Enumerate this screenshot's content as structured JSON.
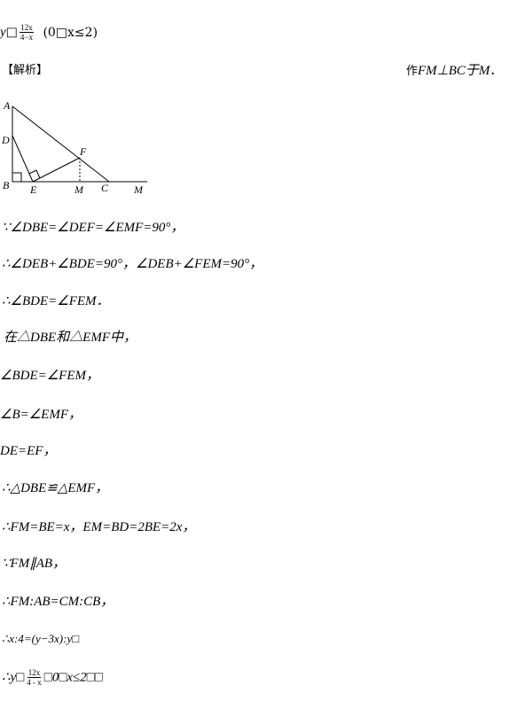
{
  "answer_top": {
    "lhs": "y",
    "eq": "□",
    "frac_num": "12x",
    "frac_den": "4−x",
    "domain": "(0□x≤2)"
  },
  "analysis_header": "【解析】",
  "construct_note": {
    "prefix": "作",
    "expr": "FM⊥BC于M",
    "suffix": "．"
  },
  "figure_labels": {
    "A": "A",
    "D": "D",
    "B": "B",
    "E": "E",
    "F": "F",
    "M1": "M",
    "C": "C",
    "M2": "M"
  },
  "steps": [
    "∵∠DBE=∠DEF=∠EMF=90°，",
    "∴∠DEB+∠BDE=90°，∠DEB+∠FEM=90°，",
    "∴∠BDE=∠FEM．",
    "在△DBE和△EMF中，",
    "∠BDE=∠FEM，",
    "∠B=∠EMF，",
    "DE=EF，",
    "∴△DBE≌△EMF，",
    "∴FM=BE=x，EM=BD=2BE=2x，",
    "∵FM∥AB，",
    "∴FM:AB=CM:CB，",
    "∴x:4=(y−3x):y□"
  ],
  "final_answer": {
    "prefix": "∴y□",
    "frac_num": "12x",
    "frac_den": "4 - x",
    "domain": "□0□x≤2□□"
  }
}
